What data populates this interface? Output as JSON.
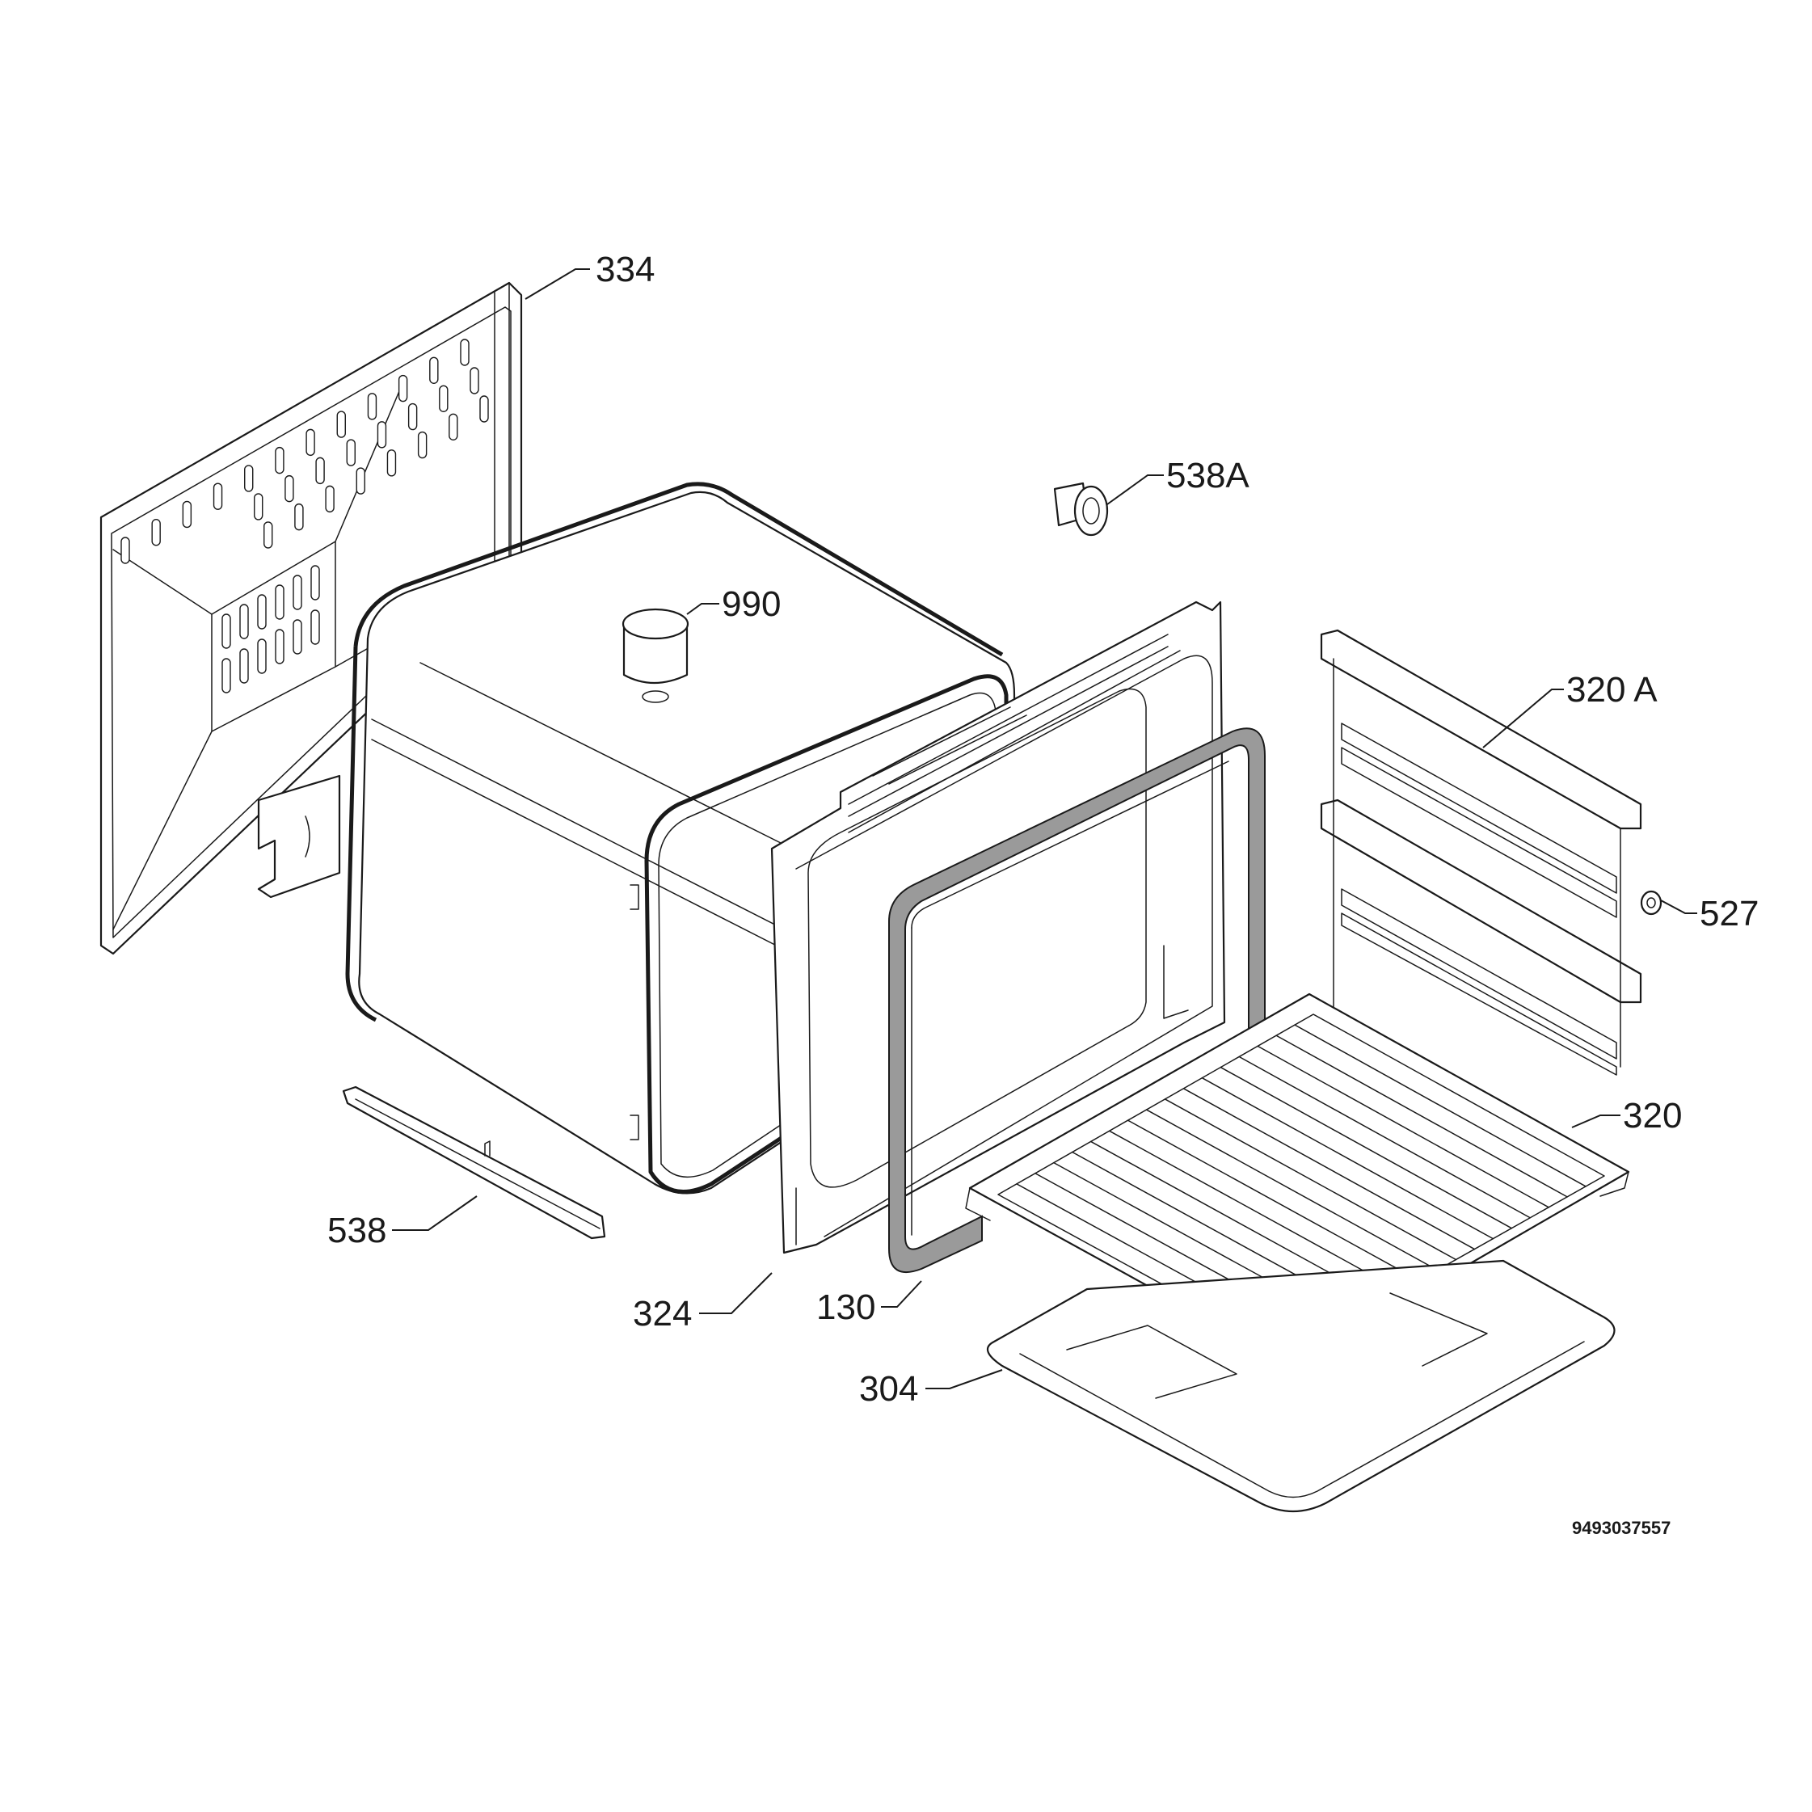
{
  "callouts": [
    {
      "id": "334",
      "text": "334"
    },
    {
      "id": "538a",
      "text": "538A"
    },
    {
      "id": "990",
      "text": "990"
    },
    {
      "id": "320a",
      "text": "320 A"
    },
    {
      "id": "527",
      "text": "527"
    },
    {
      "id": "320",
      "text": "320"
    },
    {
      "id": "538",
      "text": "538"
    },
    {
      "id": "324",
      "text": "324"
    },
    {
      "id": "130",
      "text": "130"
    },
    {
      "id": "304",
      "text": "304"
    }
  ],
  "drawing_code": "9493037557"
}
